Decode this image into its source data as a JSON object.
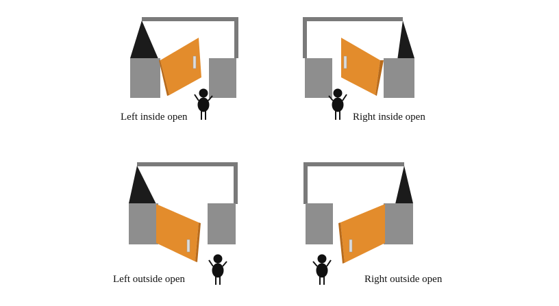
{
  "diagrams": [
    {
      "id": "left-inside",
      "label": "Left inside open"
    },
    {
      "id": "right-inside",
      "label": "Right inside open"
    },
    {
      "id": "left-outside",
      "label": "Left outside open"
    },
    {
      "id": "right-outside",
      "label": "Right outside open"
    }
  ],
  "colors": {
    "wall_front": "#8e8e8e",
    "wall_top": "#7a7a7a",
    "wall_shadow": "#1b1b1b",
    "door_face": "#e38c2c",
    "door_edge": "#b86b1c",
    "handle": "#dcdcdc",
    "figure": "#111111",
    "text": "#111111"
  }
}
